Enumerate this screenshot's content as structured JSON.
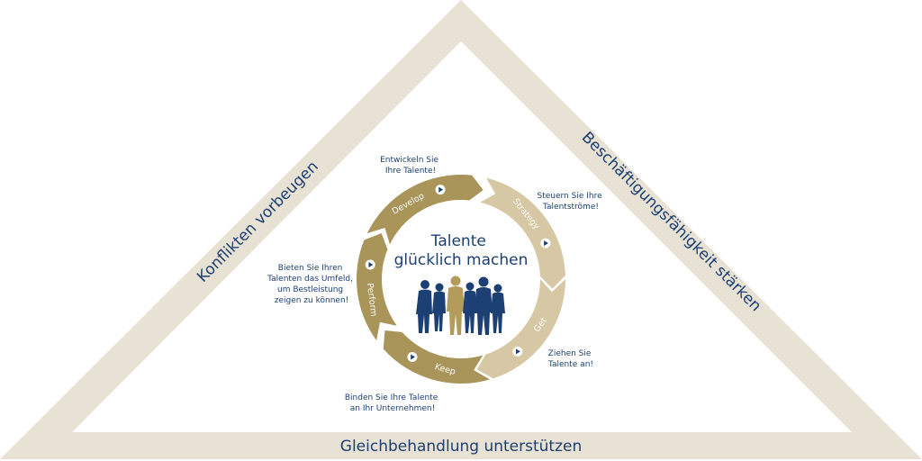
{
  "colors": {
    "triangle_band": "#e8e2d4",
    "heading_text": "#1c3f74",
    "segment_dark": "#a9955a",
    "segment_light": "#d6c8a4",
    "arrow_icon": "#1c3f74",
    "people_blue": "#1c3f74",
    "people_gold": "#b39b5c"
  },
  "triangle": {
    "left_side": "Konflikten vorbeugen",
    "right_side": "Beschäftigungsfähigkeit stärken",
    "bottom": "Gleichbehandlung unterstützen"
  },
  "center": {
    "title_line1": "Talente",
    "title_line2": "glücklich machen",
    "people_icon": "people-group-icon"
  },
  "cycle": [
    {
      "id": "develop",
      "label": "Develop",
      "note": [
        "Entwickeln Sie",
        "Ihre Talente!"
      ]
    },
    {
      "id": "strategy",
      "label": "Strategy",
      "note": [
        "Steuern Sie Ihre",
        "Talentströme!"
      ]
    },
    {
      "id": "get",
      "label": "Get",
      "note": [
        "Ziehen Sie",
        "Talente an!"
      ]
    },
    {
      "id": "keep",
      "label": "Keep",
      "note": [
        "Binden Sie Ihre Talente",
        "an Ihr Unternehmen!"
      ]
    },
    {
      "id": "perform",
      "label": "Perform",
      "note": [
        "Bieten Sie Ihren",
        "Talenten das Umfeld,",
        "um Bestleistung",
        "zeigen zu können!"
      ]
    }
  ]
}
